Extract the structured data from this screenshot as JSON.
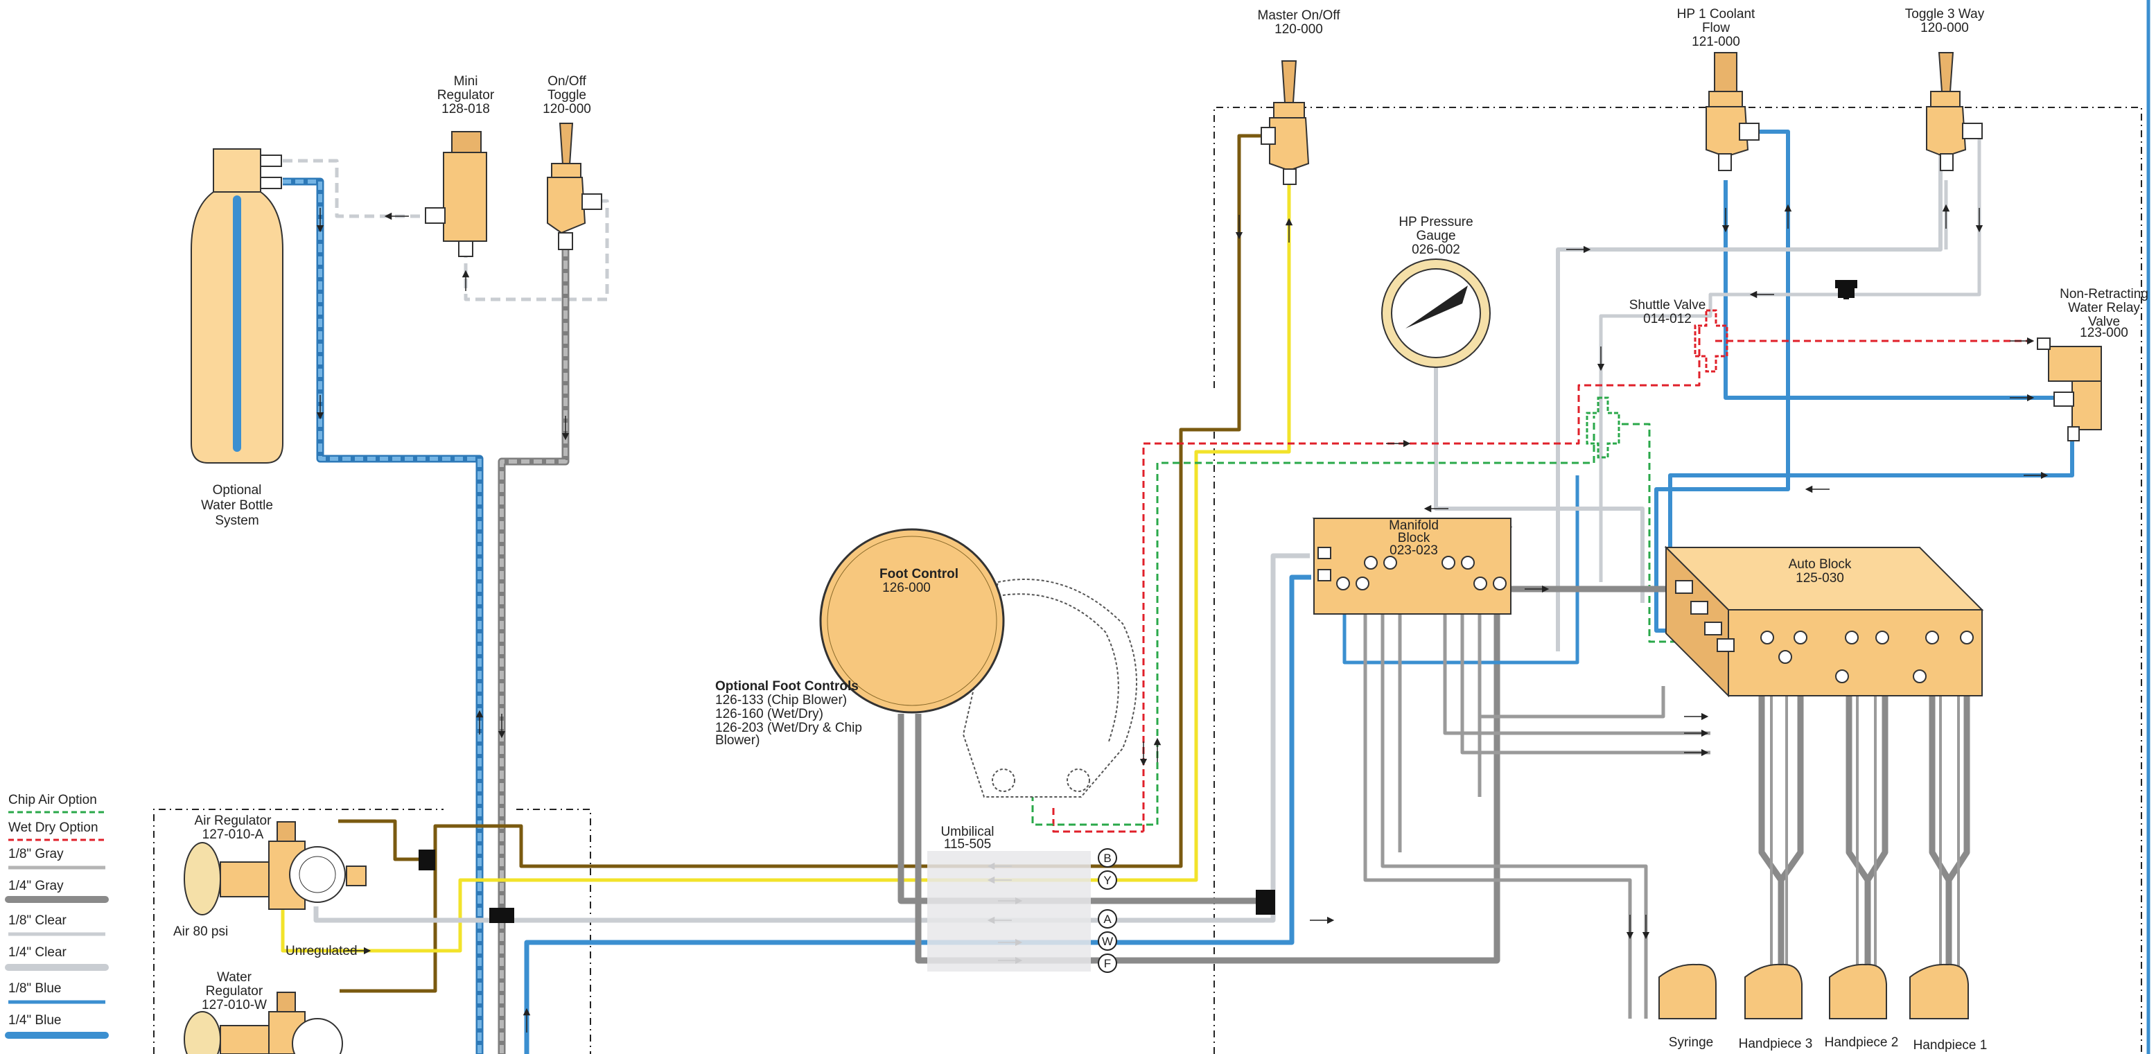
{
  "colors": {
    "blue": "#3b8fd0",
    "gray": "#9a9a9a",
    "clear": "#c9cdd2",
    "yellow": "#f2e32a",
    "brown": "#7a5a10",
    "red": "#e0202a",
    "green": "#2aa84a",
    "component": "#f7c77d"
  },
  "labels": {
    "water_bottle": [
      "Optional",
      "Water Bottle",
      "System"
    ],
    "mini_regulator": [
      "Mini",
      "Regulator",
      "128-018"
    ],
    "onoff_toggle": [
      "On/Off",
      "Toggle",
      "120-000"
    ],
    "master_onoff": [
      "Master On/Off",
      "120-000"
    ],
    "hp1_coolant": [
      "HP 1 Coolant",
      "Flow",
      "121-000"
    ],
    "toggle3": [
      "Toggle 3 Way",
      "120-000"
    ],
    "hp_gauge": [
      "HP Pressure",
      "Gauge",
      "026-002"
    ],
    "shuttle": [
      "Shuttle Valve",
      "014-012"
    ],
    "nonretract": [
      "Non-Retracting",
      "Water Relay",
      "Valve",
      "123-000"
    ],
    "manifold": [
      "Manifold",
      "Block",
      "023-023"
    ],
    "auto_block": [
      "Auto Block",
      "125-030"
    ],
    "foot_control": [
      "Foot Control",
      "126-000"
    ],
    "optional_foot_title": "Optional Foot Controls",
    "optional_foot_lines": [
      "126-133 (Chip Blower)",
      "126-160 (Wet/Dry)",
      "126-203 (Wet/Dry & Chip",
      "Blower)"
    ],
    "umbilical": [
      "Umbilical",
      "115-505"
    ],
    "air_regulator": [
      "Air Regulator",
      "127-010-A"
    ],
    "air_psi": "Air 80 psi",
    "unregulated": "Unregulated",
    "water_regulator": [
      "Water",
      "Regulator",
      "127-010-W"
    ],
    "syringe": "Syringe",
    "handpiece3": "Handpiece 3",
    "handpiece2": "Handpiece 2",
    "handpiece1": "Handpiece 1"
  },
  "ports": [
    "B",
    "Y",
    "A",
    "W",
    "F"
  ],
  "legend": [
    {
      "label": "Chip Air Option",
      "color": "#2aa84a",
      "style": "dashed",
      "weight": "thin"
    },
    {
      "label": "Wet Dry Option",
      "color": "#e0202a",
      "style": "dashed",
      "weight": "thin"
    },
    {
      "label": "1/8\" Gray",
      "color": "#b4b4b4",
      "style": "solid",
      "weight": "thin"
    },
    {
      "label": "1/4\" Gray",
      "color": "#8a8a8a",
      "style": "solid",
      "weight": "thick"
    },
    {
      "label": "1/8\" Clear",
      "color": "#c9cdd2",
      "style": "solid",
      "weight": "thin"
    },
    {
      "label": "1/4\" Clear",
      "color": "#c9cdd2",
      "style": "solid",
      "weight": "thick"
    },
    {
      "label": "1/8\" Blue",
      "color": "#3b8fd0",
      "style": "solid",
      "weight": "thin"
    },
    {
      "label": "1/4\" Blue",
      "color": "#3b8fd0",
      "style": "solid",
      "weight": "thick"
    }
  ]
}
